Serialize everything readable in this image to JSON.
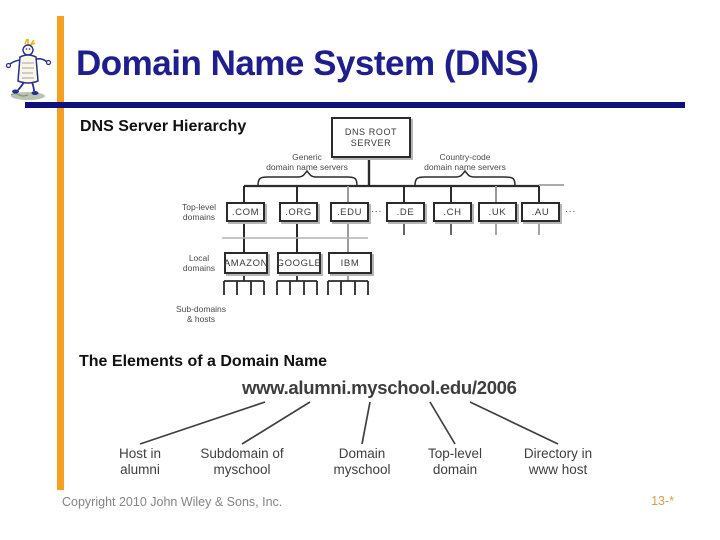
{
  "slide": {
    "title": "Domain Name System (DNS)",
    "copyright": "Copyright 2010 John Wiley & Sons, Inc.",
    "page_number": "13-*"
  },
  "sections": {
    "hierarchy_heading": "DNS Server Hierarchy",
    "elements_heading": "The Elements of a Domain Name"
  },
  "hierarchy_diagram": {
    "root_label": {
      "line1": "DNS ROOT",
      "line2": "SERVER"
    },
    "generic_group_label": {
      "line1": "Generic",
      "line2": "domain name servers"
    },
    "country_group_label": {
      "line1": "Country-code",
      "line2": "domain name servers"
    },
    "row_labels": {
      "top_level": {
        "line1": "Top-level",
        "line2": "domains"
      },
      "local": {
        "line1": "Local",
        "line2": "domains"
      },
      "sub": {
        "line1": "Sub-domains",
        "line2": "& hosts"
      }
    },
    "tld_boxes": [
      ".COM",
      ".ORG",
      ".EDU",
      ".DE",
      ".CH",
      ".UK",
      ".AU"
    ],
    "local_boxes": [
      "AMAZON",
      "GOOGLE",
      "IBM"
    ],
    "ellipsis": "..."
  },
  "elements_figure": {
    "url": "www.alumni.myschool.edu/2006",
    "labels": [
      {
        "line1": "Host in",
        "line2": "alumni"
      },
      {
        "line1": "Subdomain of",
        "line2": "myschool"
      },
      {
        "line1": "Domain",
        "line2": "myschool"
      },
      {
        "line1": "Top-level",
        "line2": "domain"
      },
      {
        "line1": "Directory in",
        "line2": "www host"
      }
    ]
  },
  "colors": {
    "title_text": "#1e1e8c",
    "title_rule": "#10107d",
    "accent_bar": "#F6A01F",
    "page_number_text": "#CEA24C",
    "diagram_line": "#2b2b2b"
  }
}
